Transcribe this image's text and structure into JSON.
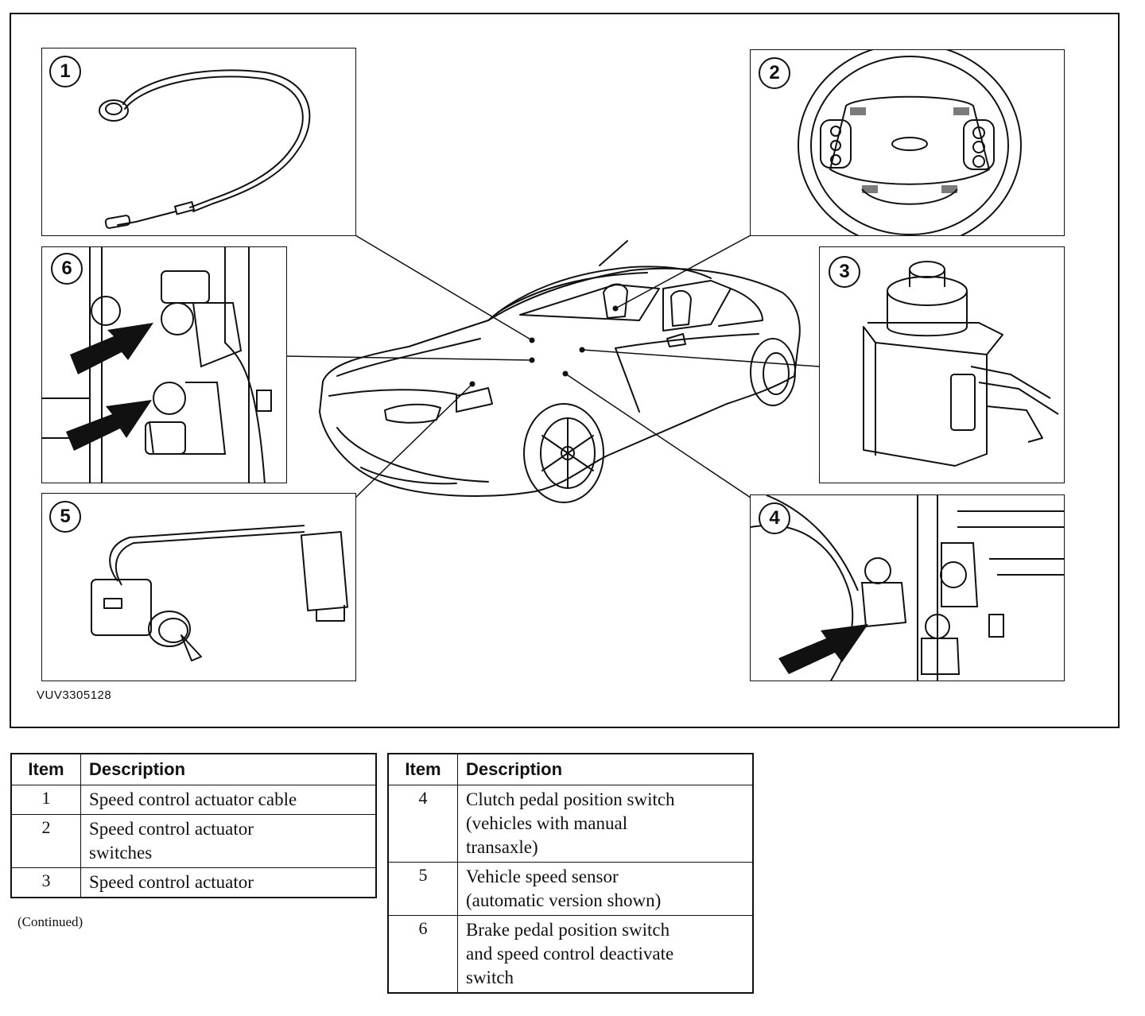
{
  "figure": {
    "code": "VUV3305128",
    "callouts": [
      "1",
      "2",
      "3",
      "4",
      "5",
      "6"
    ]
  },
  "legend_tables": [
    {
      "headers": {
        "item": "Item",
        "description": "Description"
      },
      "rows": [
        {
          "item": "1",
          "lines": [
            "Speed control actuator cable"
          ]
        },
        {
          "item": "2",
          "lines": [
            "Speed control actuator",
            "switches"
          ]
        },
        {
          "item": "3",
          "lines": [
            "Speed control actuator"
          ]
        }
      ]
    },
    {
      "headers": {
        "item": "Item",
        "description": "Description"
      },
      "rows": [
        {
          "item": "4",
          "lines": [
            "Clutch pedal position switch",
            "(vehicles with manual",
            "transaxle)"
          ]
        },
        {
          "item": "5",
          "lines": [
            "Vehicle speed sensor",
            "(automatic version shown)"
          ]
        },
        {
          "item": "6",
          "lines": [
            "Brake pedal position switch",
            "and speed control deactivate",
            "switch"
          ]
        }
      ]
    }
  ],
  "continued_note": "(Continued)"
}
